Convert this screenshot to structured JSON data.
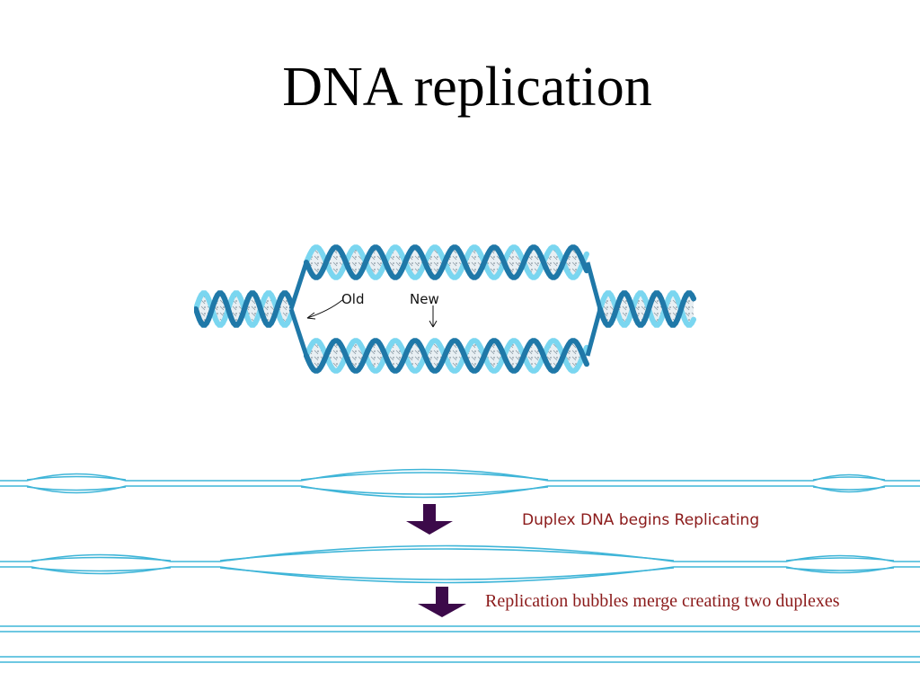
{
  "slide": {
    "title": "DNA replication"
  },
  "helix_figure": {
    "label_old": "Old",
    "label_new": "New",
    "colors": {
      "strand_dark": "#1f78a8",
      "strand_light": "#7ad6f0",
      "base_fill": "#e6eef2"
    }
  },
  "strand_diagram": {
    "step1_caption": "Duplex DNA begins Replicating",
    "step2_caption": "Replication bubbles merge creating two duplexes",
    "colors": {
      "strand": "#3fb5d8",
      "arrow": "#3c0a4a",
      "caption": "#8b1a1a"
    }
  }
}
